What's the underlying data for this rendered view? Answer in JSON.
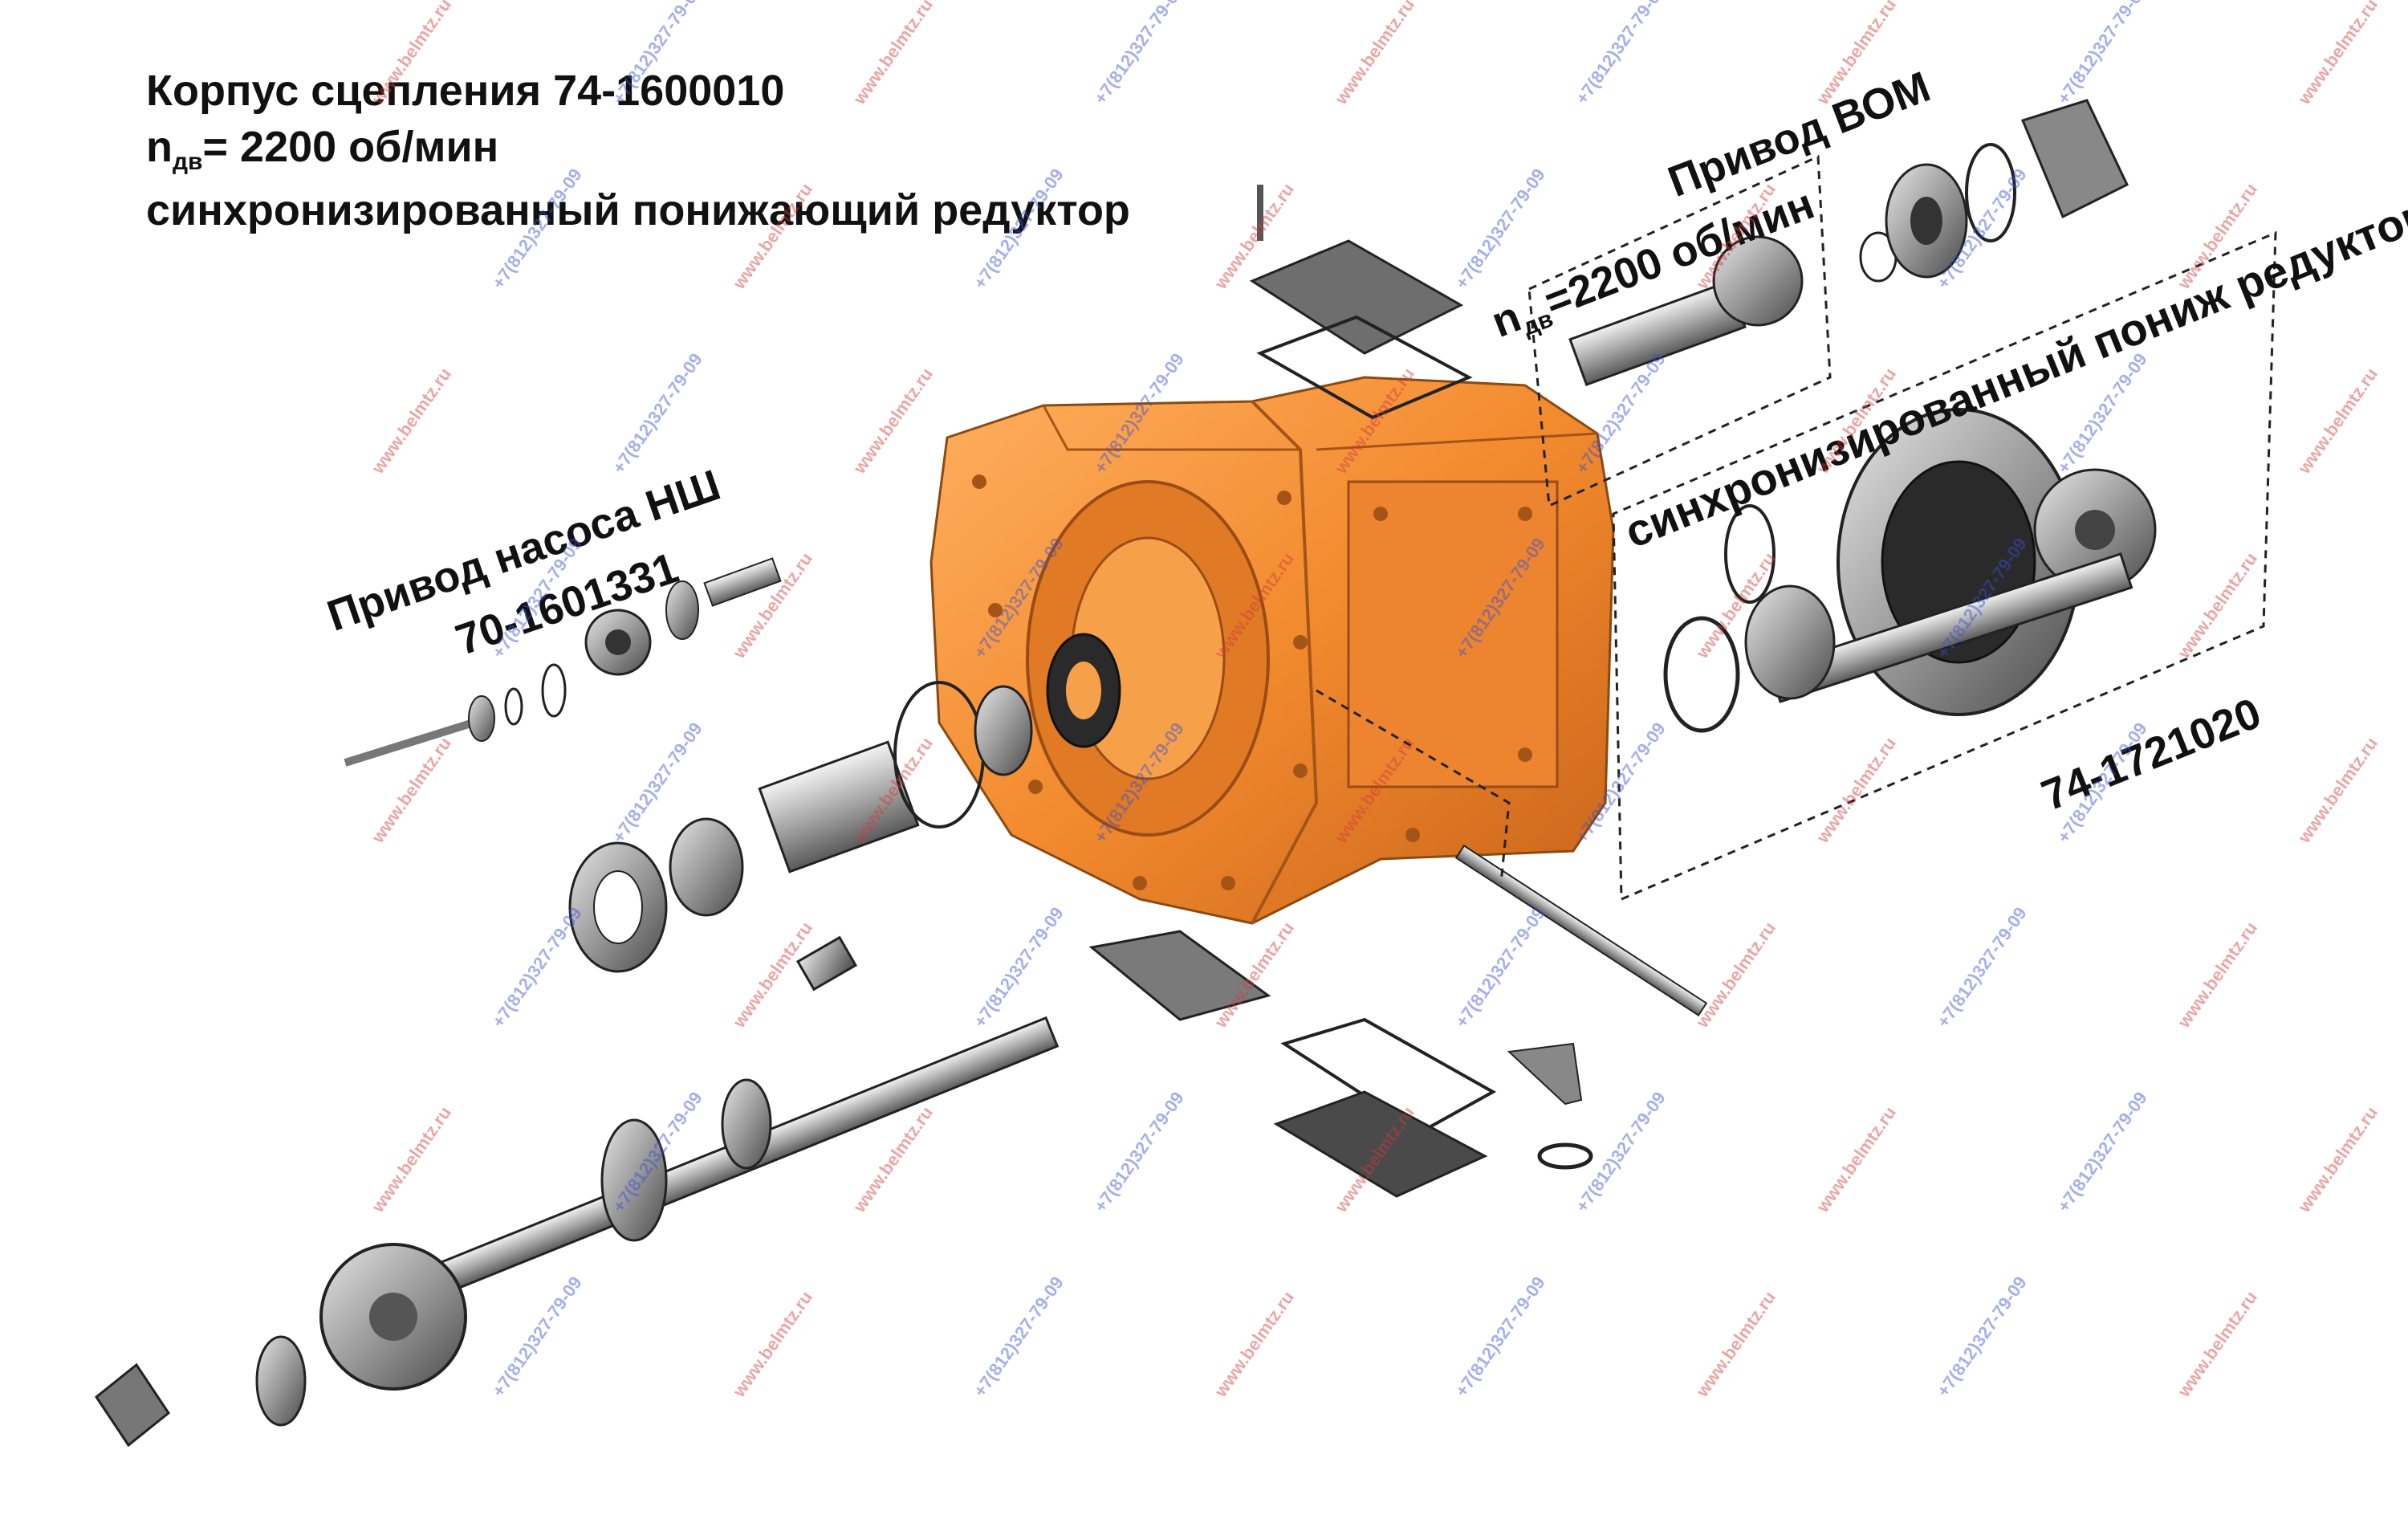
{
  "title": {
    "line1": "Корпус сцепления  74-1600010",
    "line2_prefix": "n",
    "line2_sub": "дв",
    "line2_rest": "= 2200 об/мин",
    "line3": "синхронизированный понижающий редуктор"
  },
  "labels": {
    "pump_drive": "Привод насоса НШ",
    "pump_drive_part": "70-1601331",
    "pto_drive": "Привод ВОМ",
    "pto_rpm_prefix": "n",
    "pto_rpm_sub": "дв",
    "pto_rpm_rest": "=2200 об/мин",
    "reducer": "синхронизированный пониж редуктор",
    "reducer_part": "74-1721020"
  },
  "watermarks": [
    "www.belmtz.ru",
    "+7(812)327-79-09"
  ],
  "colors": {
    "housing": "#f28a2e",
    "housing_shadow": "#c8641a",
    "parts": "#8a8a8a",
    "parts_dark": "#3a3a3a",
    "watermark_red": "#d43a3a",
    "watermark_blue": "#3a4fd4"
  }
}
